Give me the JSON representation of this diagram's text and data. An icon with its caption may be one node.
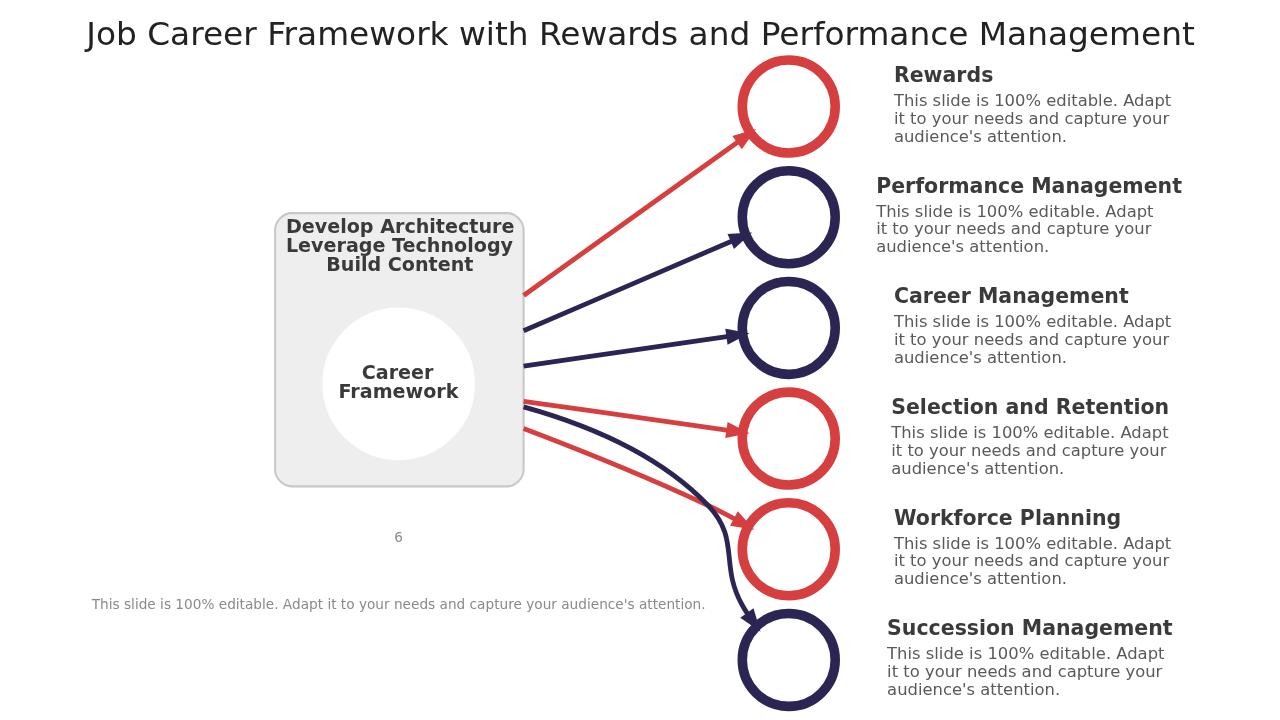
{
  "diagram": {
    "title": "Job Career Framework with Rewards and Performance Management",
    "nodes": [
      {
        "text": [
          "Develop Architecture",
          "Leverage Technology",
          "Build Content"
        ]
      },
      {
        "text": [
          "Career Framework"
        ],
        "in": 0
      },
      {
        "text": [],
        "shape": "circle",
        "beside": [
          "Rewards",
          "This slide is 100% editable. Adapt it to your needs and capture your audience's attention."
        ]
      },
      {
        "text": [],
        "shape": "circle",
        "beside": [
          "Performance Management",
          "This slide is 100% editable. Adapt it to your needs and capture your audience's attention."
        ]
      },
      {
        "text": [],
        "shape": "circle",
        "beside": [
          "Career Management",
          "This slide is 100% editable. Adapt it to your needs and capture your audience's attention."
        ]
      },
      {
        "text": [],
        "shape": "circle",
        "beside": [
          "Selection and Retention",
          "This slide is 100% editable. Adapt it to your needs and capture your audience's attention."
        ]
      },
      {
        "text": [],
        "shape": "circle",
        "beside": [
          "Workforce Planning",
          "This slide is 100% editable. Adapt it to your needs and capture your audience's attention."
        ]
      },
      {
        "text": [],
        "shape": "circle",
        "beside": [
          "Succession Management",
          "This slide is 100% editable. Adapt it to your needs and capture your audience's attention."
        ]
      }
    ],
    "edges": [
      {
        "from": 0,
        "to": 2,
        "arrow": "to",
        "color": "#d63f3f"
      },
      {
        "from": 0,
        "to": 3,
        "arrow": "to",
        "color": "#2b2553"
      },
      {
        "from": 0,
        "to": 4,
        "arrow": "to",
        "color": "#2b2553"
      },
      {
        "from": 0,
        "to": 5,
        "arrow": "to",
        "color": "#d63f3f"
      },
      {
        "from": 0,
        "to": 6,
        "arrow": "to",
        "color": "#d63f3f"
      },
      {
        "from": 0,
        "to": 7,
        "arrow": "to",
        "color": "#2b2553"
      }
    ],
    "labels": [
      "This slide is 100% editable. Adapt it to your needs and capture your audience's attention.",
      "6"
    ]
  }
}
